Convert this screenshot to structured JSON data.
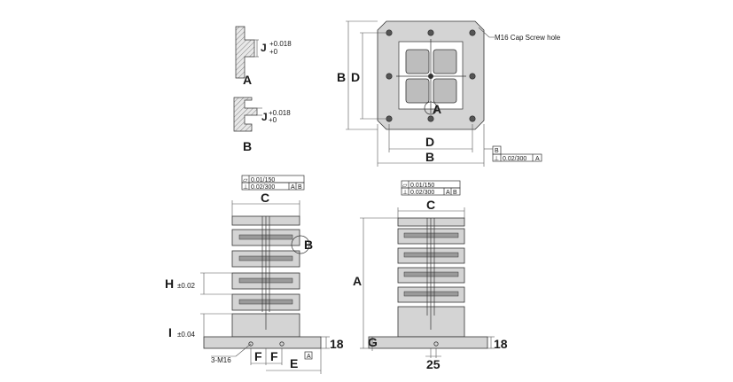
{
  "detail_a": {
    "dim_label": "J",
    "tol_upper": "+0.018",
    "tol_lower": "+0",
    "caption": "A"
  },
  "detail_b": {
    "dim_label": "J",
    "tol_upper": "+0.018",
    "tol_lower": "+0",
    "caption": "B"
  },
  "top_view": {
    "hole_callout": "M16 Cap Screw hole",
    "dim_b_vertical": "B",
    "dim_d_vertical": "D",
    "dim_d_horizontal": "D",
    "dim_b_horizontal": "B",
    "datum_a": "A",
    "fcf_datum": "B",
    "fcf_symbol": "⊥",
    "fcf_value": "0.02/300",
    "fcf_ref": "A"
  },
  "front_view": {
    "fcf_row1_symbol": "⏥",
    "fcf_row1_value": "0.01/150",
    "fcf_row2_symbol": "⊥",
    "fcf_row2_value": "0.02/300",
    "fcf_row2_ref_a": "A",
    "fcf_row2_ref_b": "B",
    "dim_c": "C",
    "detail_callout": "B",
    "dim_h": "H",
    "dim_h_tol": "±0.02",
    "dim_i": "I",
    "dim_i_tol": "±0.04",
    "base_height": "18",
    "datum_a": "A",
    "thread_callout": "3-M16",
    "dim_f_left": "F",
    "dim_f_right": "F",
    "dim_e": "E"
  },
  "side_view": {
    "fcf_row1_symbol": "⏥",
    "fcf_row1_value": "0.01/150",
    "fcf_row2_symbol": "⊥",
    "fcf_row2_value": "0.02/300",
    "fcf_row2_ref_a": "A",
    "fcf_row2_ref_b": "B",
    "dim_c": "C",
    "dim_a": "A",
    "dim_g": "G",
    "base_height": "18",
    "hole_offset": "25"
  }
}
